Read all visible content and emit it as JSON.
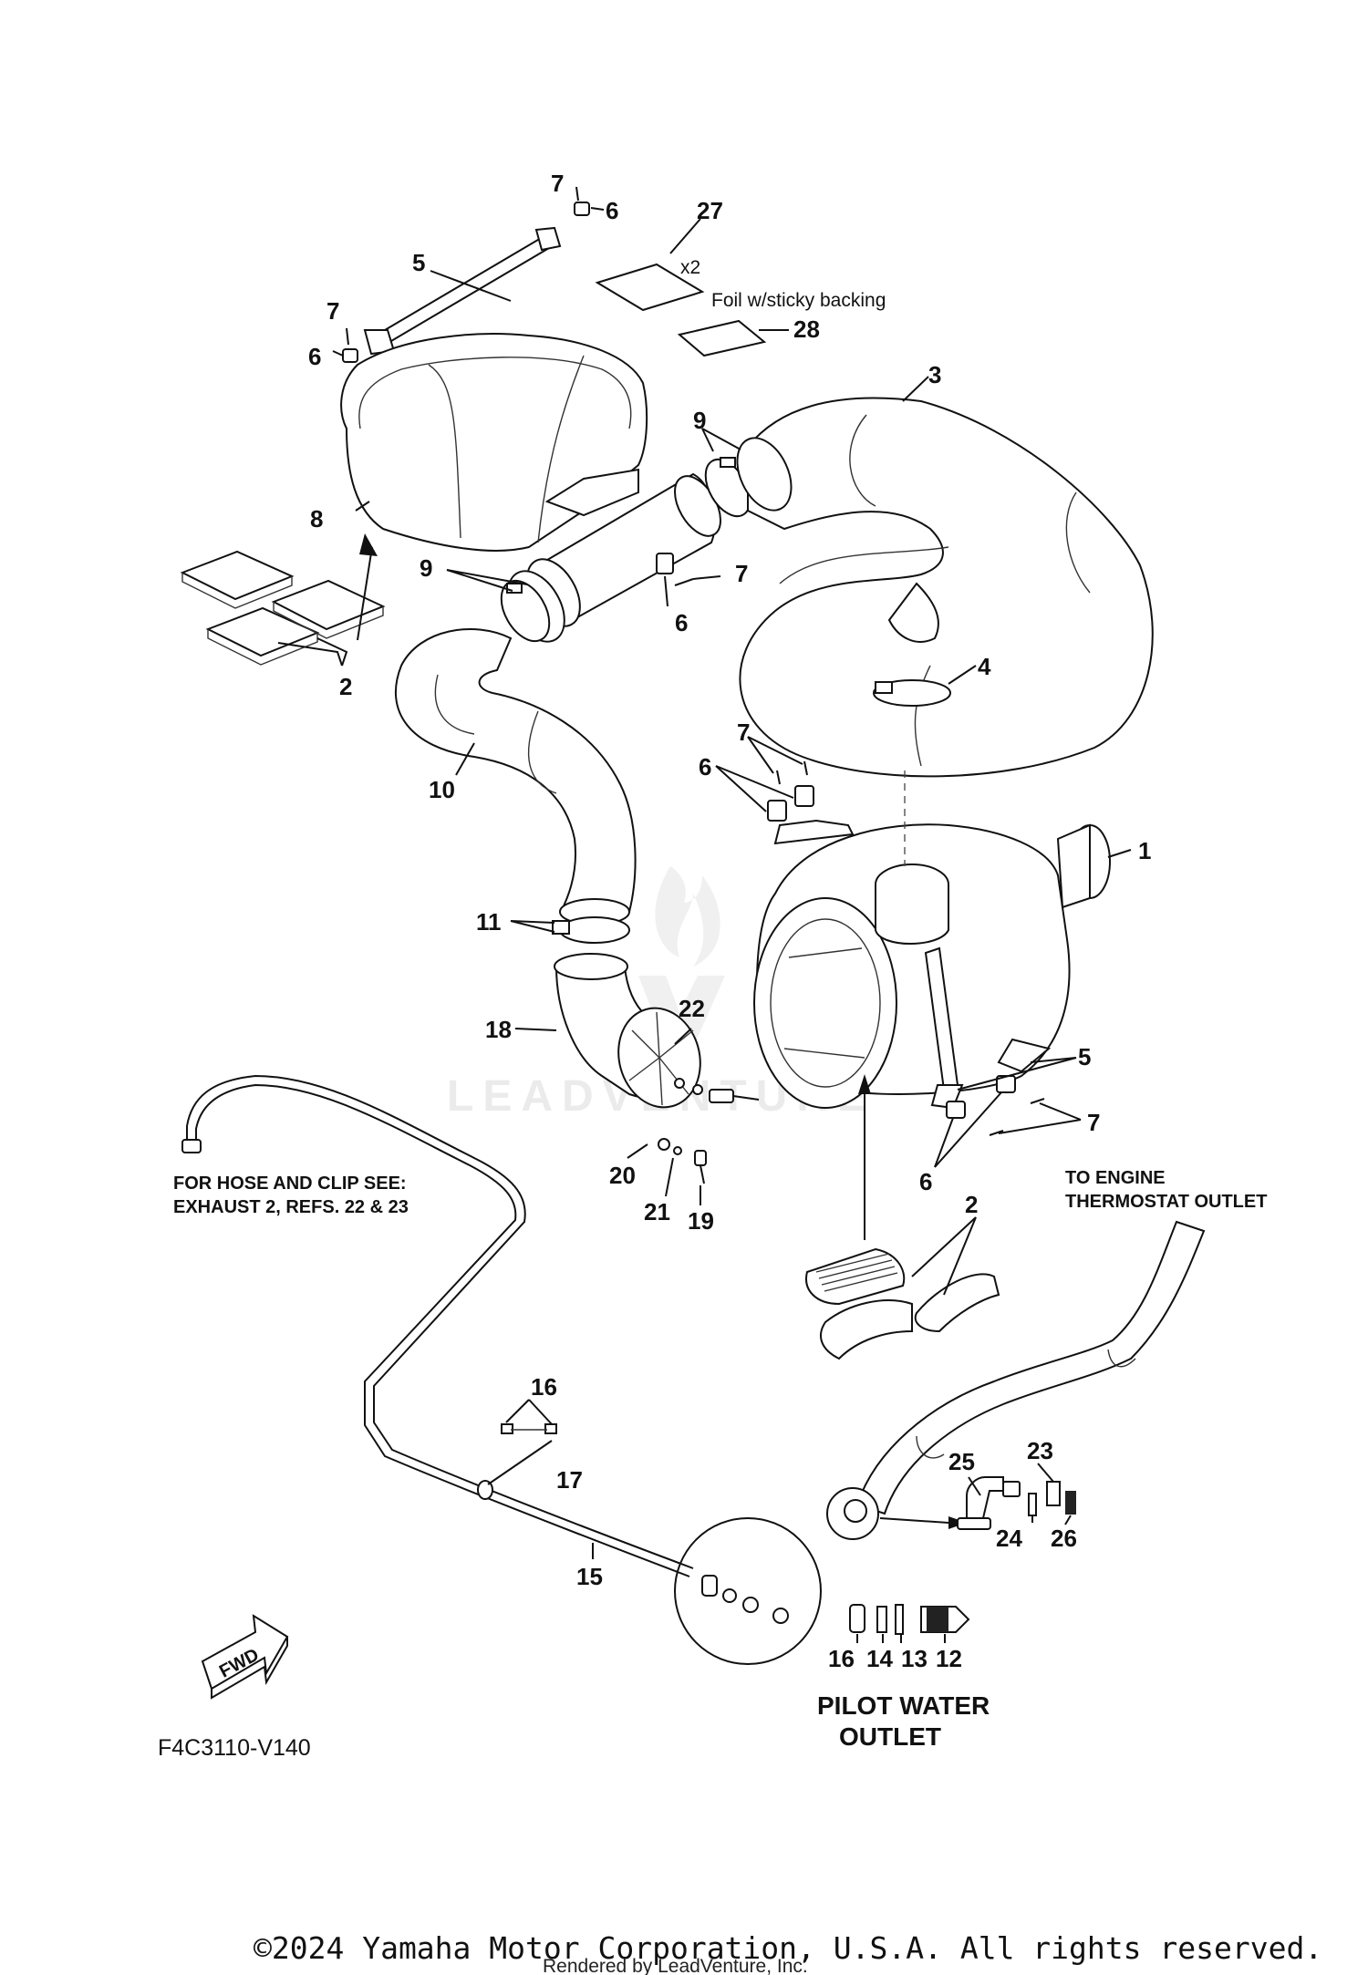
{
  "labels": {
    "l1": "1",
    "l2a": "2",
    "l2b": "2",
    "l3": "3",
    "l4": "4",
    "l5a": "5",
    "l5b": "5",
    "l6a": "6",
    "l6b": "6",
    "l6c": "6",
    "l6d": "6",
    "l6e": "6",
    "l7a": "7",
    "l7b": "7",
    "l7c": "7",
    "l7d": "7",
    "l7e": "7",
    "l8": "8",
    "l9a": "9",
    "l9b": "9",
    "l10": "10",
    "l11": "11",
    "l12": "12",
    "l13": "13",
    "l14": "14",
    "l15": "15",
    "l16a": "16",
    "l16b": "16",
    "l17": "17",
    "l18": "18",
    "l19": "19",
    "l20": "20",
    "l21": "21",
    "l22": "22",
    "l23": "23",
    "l24": "24",
    "l25": "25",
    "l26": "26",
    "l27": "27",
    "l28": "28"
  },
  "notes": {
    "x2": "x2",
    "foil": "Foil w/sticky backing",
    "hose_line1": "FOR HOSE AND CLIP SEE:",
    "hose_line2": "EXHAUST 2, REFS. 22 & 23",
    "engine_line1": "TO ENGINE",
    "engine_line2": "THERMOSTAT OUTLET",
    "pilot_line1": "PILOT WATER",
    "pilot_line2": "OUTLET",
    "fwd": "FWD",
    "diagram_code": "F4C3110-V140",
    "watermark": "LEADVENTURE"
  },
  "footer": {
    "copyright": "©2024 Yamaha Motor Corporation, U.S.A. All rights reserved.",
    "rendered_by": "Rendered by LeadVenture, Inc."
  }
}
